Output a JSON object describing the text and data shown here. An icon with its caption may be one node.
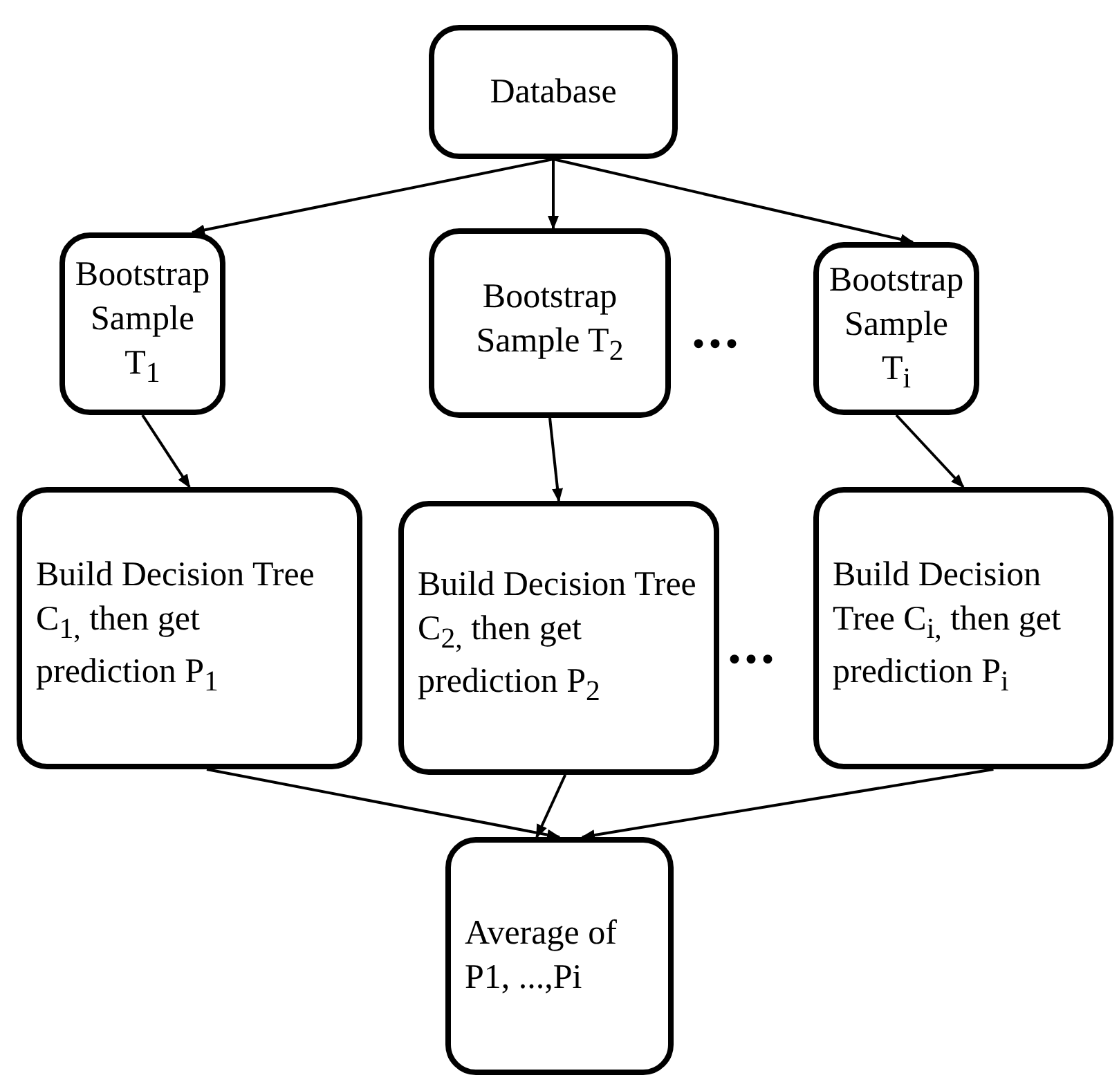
{
  "diagram": {
    "nodes": [
      {
        "text": [
          "Database"
        ]
      },
      {
        "text": [
          "Bootstrap Sample T$_{1}$"
        ]
      },
      {
        "text": [
          "Bootstrap Sample T$_{2}$"
        ]
      },
      {
        "text": [
          "Bootstrap Sample T$_{i}$"
        ]
      },
      {
        "text": [
          "Build Decision Tree C$_{1,}$ then get prediction P$_{1}$"
        ]
      },
      {
        "text": [
          "Build Decision Tree C$_{2,}$ then get prediction P$_{2}$"
        ]
      },
      {
        "text": [
          "Build Decision Tree C$_{i,}$ then get prediction P$_{i}$"
        ]
      },
      {
        "text": [
          "Average of P1, ...,Pi"
        ]
      }
    ],
    "edges": [
      {
        "from": 0,
        "to": 1,
        "arrow": "to"
      },
      {
        "from": 0,
        "to": 2,
        "arrow": "to"
      },
      {
        "from": 0,
        "to": 3,
        "arrow": "to"
      },
      {
        "from": 1,
        "to": 4,
        "arrow": "to"
      },
      {
        "from": 2,
        "to": 5,
        "arrow": "to"
      },
      {
        "from": 3,
        "to": 6,
        "arrow": "to"
      },
      {
        "from": 4,
        "to": 7,
        "arrow": "to"
      },
      {
        "from": 5,
        "to": 7,
        "arrow": "to"
      },
      {
        "from": 6,
        "to": 7,
        "arrow": "to"
      }
    ],
    "labels": [
      "...",
      "..."
    ]
  }
}
